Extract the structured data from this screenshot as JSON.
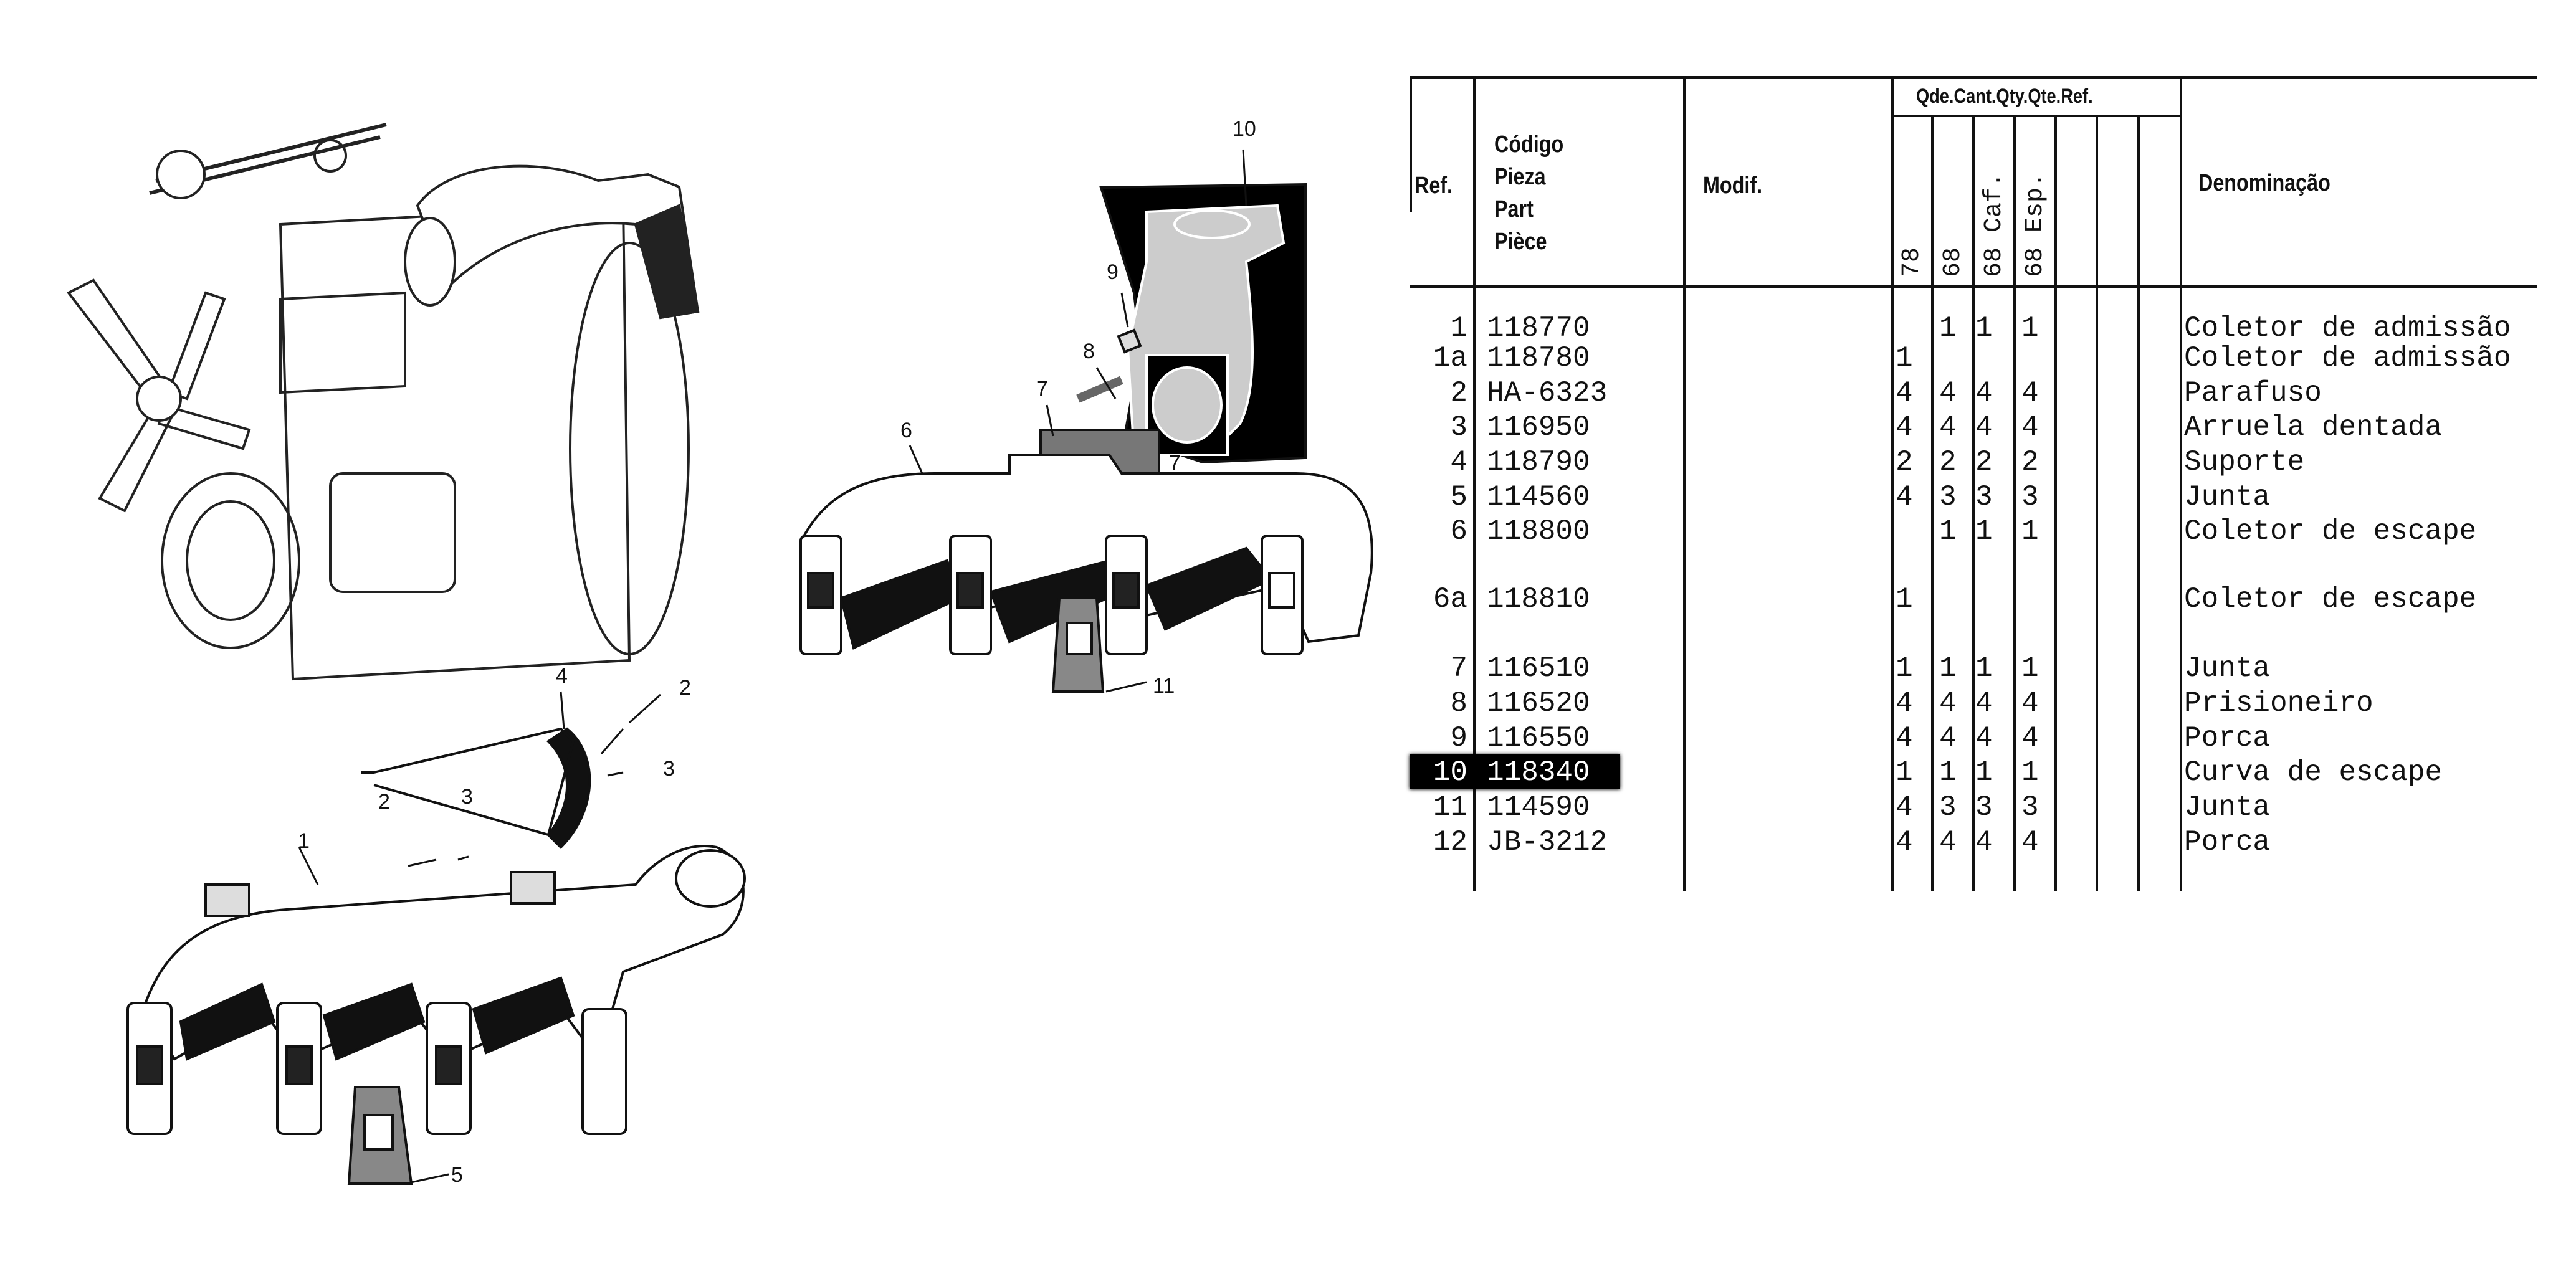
{
  "table": {
    "header": {
      "ref": "Ref.",
      "code_lines": [
        "Código",
        "Pieza",
        "Part",
        "Pièce"
      ],
      "modif": "Modif.",
      "qty_group": "Qde.Cant.Qty.Qte.Ref.",
      "qty_columns": [
        "78",
        "68",
        "68 Caf.",
        "68 Esp."
      ],
      "denomination": "Denominação"
    },
    "rows": [
      {
        "ref": "1",
        "code": "118770",
        "qty": [
          "",
          "1",
          "1",
          "1"
        ],
        "name": "Coletor de admissão"
      },
      {
        "ref": "1a",
        "code": "118780",
        "qty": [
          "1",
          "",
          "",
          ""
        ],
        "name": "Coletor de admissão"
      },
      {
        "ref": "2",
        "code": "HA-6323",
        "qty": [
          "4",
          "4",
          "4",
          "4"
        ],
        "name": "Parafuso"
      },
      {
        "ref": "3",
        "code": "116950",
        "qty": [
          "4",
          "4",
          "4",
          "4"
        ],
        "name": "Arruela dentada"
      },
      {
        "ref": "4",
        "code": "118790",
        "qty": [
          "2",
          "2",
          "2",
          "2"
        ],
        "name": "Suporte"
      },
      {
        "ref": "5",
        "code": "114560",
        "qty": [
          "4",
          "3",
          "3",
          "3"
        ],
        "name": "Junta"
      },
      {
        "ref": "6",
        "code": "118800",
        "qty": [
          "",
          "1",
          "1",
          "1"
        ],
        "name": "Coletor de escape"
      },
      {
        "ref": "6a",
        "code": "118810",
        "qty": [
          "1",
          "",
          "",
          ""
        ],
        "name": "Coletor de escape"
      },
      {
        "ref": "7",
        "code": "116510",
        "qty": [
          "1",
          "1",
          "1",
          "1"
        ],
        "name": "Junta"
      },
      {
        "ref": "8",
        "code": "116520",
        "qty": [
          "4",
          "4",
          "4",
          "4"
        ],
        "name": "Prisioneiro"
      },
      {
        "ref": "9",
        "code": "116550",
        "qty": [
          "4",
          "4",
          "4",
          "4"
        ],
        "name": "Porca"
      },
      {
        "ref": "10",
        "code": "118340",
        "qty": [
          "1",
          "1",
          "1",
          "1"
        ],
        "name": "Curva de escape",
        "highlighted": true
      },
      {
        "ref": "11",
        "code": "114590",
        "qty": [
          "4",
          "3",
          "3",
          "3"
        ],
        "name": "Junta"
      },
      {
        "ref": "12",
        "code": "JB-3212",
        "qty": [
          "4",
          "4",
          "4",
          "4"
        ],
        "name": "Porca"
      }
    ]
  },
  "callouts": {
    "exhaust": [
      "10",
      "9",
      "8",
      "7",
      "6",
      "11",
      "7"
    ],
    "intake": [
      "4",
      "2",
      "3",
      "2",
      "3",
      "1",
      "5"
    ]
  }
}
